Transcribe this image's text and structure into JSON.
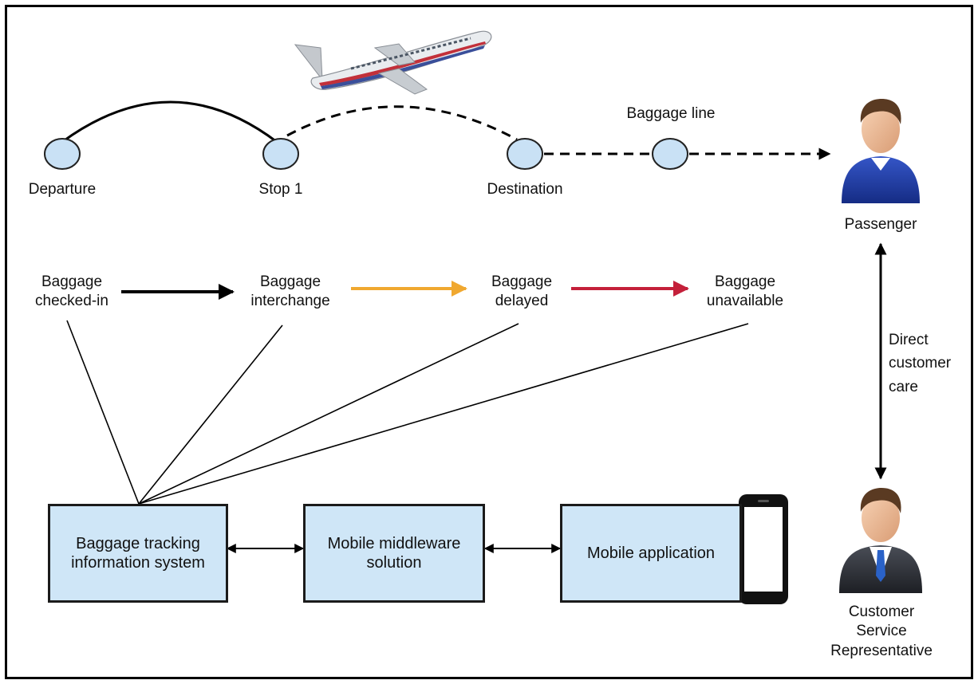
{
  "route": {
    "departure": "Departure",
    "stop1": "Stop 1",
    "destination": "Destination",
    "baggage_line": "Baggage line",
    "passenger": "Passenger"
  },
  "status": {
    "checked_in": [
      "Baggage",
      "checked-in"
    ],
    "interchange": [
      "Baggage",
      "interchange"
    ],
    "delayed": [
      "Baggage",
      "delayed"
    ],
    "unavailable": [
      "Baggage",
      "unavailable"
    ]
  },
  "care": {
    "label": [
      "Direct",
      "customer",
      "care"
    ],
    "representative": [
      "Customer",
      "Service",
      "Representative"
    ]
  },
  "systems": {
    "tracking": [
      "Baggage tracking",
      "information system"
    ],
    "middleware": [
      "Mobile middleware",
      "solution"
    ],
    "app": "Mobile application"
  },
  "colors": {
    "node_fill": "#c9e1f5",
    "box_fill": "#cfe6f7",
    "arrow_orange": "#f0a830",
    "arrow_red": "#c4203a",
    "passenger_shirt": "#1f3fa8"
  }
}
